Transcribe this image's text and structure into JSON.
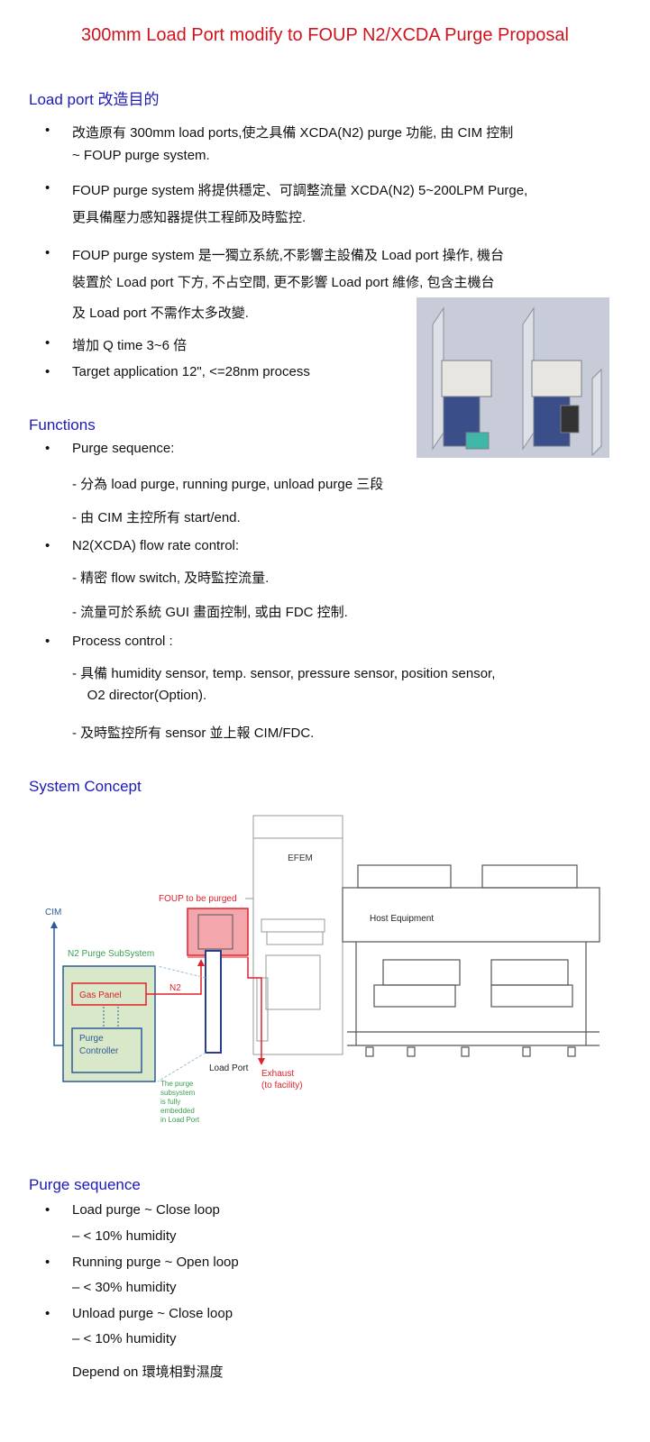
{
  "title": "300mm Load Port modify to FOUP N2/XCDA Purge Proposal",
  "section1": {
    "heading": "Load port  改造目的",
    "bullets": [
      [
        "改造原有 300mm load ports,使之具備 XCDA(N2) purge 功能,  由 CIM  控制",
        "~ FOUP purge system."
      ],
      [
        "FOUP purge system  將提供穩定、可調整流量 XCDA(N2) 5~200LPM Purge,",
        "更具備壓力感知器提供工程師及時監控."
      ],
      [
        "FOUP purge system  是一獨立系統,不影響主設備及 Load port 操作,  機台",
        "裝置於 Load port 下方,  不占空間,  更不影響 Load port  維修,  包含主機台",
        "及 Load port 不需作太多改變."
      ],
      [
        "增加 Q time 3~6 倍"
      ],
      [
        "Target application 12\", <=28nm process"
      ]
    ]
  },
  "functions": {
    "heading": "Functions",
    "items": [
      {
        "label": "Purge sequence:",
        "subs": [
          "-  分為 load purge, running purge, unload purge  三段",
          "-  由 CIM 主控所有 start/end."
        ]
      },
      {
        "label": "N2(XCDA) flow rate control:",
        "subs": [
          "-  精密 flow switch,  及時監控流量.",
          "-  流量可於系統 GUI  畫面控制,  或由 FDC 控制."
        ]
      },
      {
        "label": "Process control :",
        "subs": [
          "-  具備 humidity sensor, temp. sensor, pressure sensor, position sensor,",
          "    O2 director(Option).",
          "-  及時監控所有 sensor 並上報 CIM/FDC."
        ]
      }
    ]
  },
  "system_concept": {
    "heading": "System Concept",
    "diagram": {
      "efem": "EFEM",
      "host": "Host Equipment",
      "foup": "FOUP to be purged",
      "cim": "CIM",
      "subsystem": "N2 Purge SubSystem",
      "gas_panel": "Gas Panel",
      "controller": [
        "Purge",
        "Controller"
      ],
      "n2": "N2",
      "load_port": "Load Port",
      "exhaust": [
        "Exhaust",
        "(to facility)"
      ],
      "note": [
        "The purge",
        "subsystem",
        "is fully",
        "embedded",
        "in Load Port"
      ]
    }
  },
  "purge_sequence": {
    "heading": "Purge sequence",
    "items": [
      {
        "label": "Load purge ~ Close loop",
        "sub": "– < 10% humidity"
      },
      {
        "label": "Running purge ~ Open loop",
        "sub": "– < 30% humidity"
      },
      {
        "label": "Unload purge ~ Close loop",
        "sub": "– < 10% humidity"
      }
    ],
    "footer": "Depend on  環境相對濕度"
  },
  "colors": {
    "title": "#d0141e",
    "heading": "#1a1ab8"
  }
}
